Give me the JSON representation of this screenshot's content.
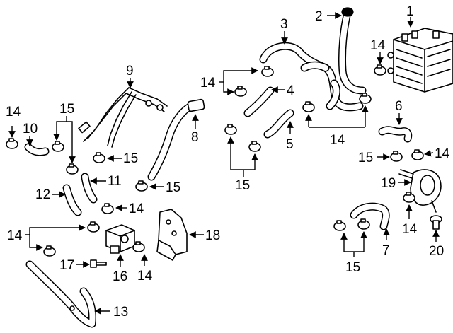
{
  "callouts": {
    "c1": "1",
    "c2": "2",
    "c3": "3",
    "c4": "4",
    "c5": "5",
    "c6": "6",
    "c7": "7",
    "c8": "8",
    "c9": "9",
    "c10": "10",
    "c11": "11",
    "c12": "12",
    "c13": "13",
    "c14a": "14",
    "c14b": "14",
    "c14c": "14",
    "c14d": "14",
    "c14e": "14",
    "c14f": "14",
    "c14g": "14",
    "c14h": "14",
    "c14i": "14",
    "c15a": "15",
    "c15b": "15",
    "c15c": "15",
    "c15d": "15",
    "c15e": "15",
    "c15f": "15",
    "c16": "16",
    "c17": "17",
    "c18": "18",
    "c19": "19",
    "c20": "20"
  },
  "colors": {
    "line": "#000000",
    "background": "#ffffff"
  }
}
